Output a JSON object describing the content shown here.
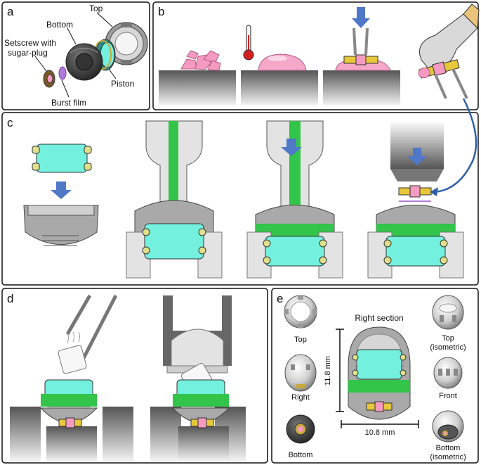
{
  "panels": {
    "a": {
      "letter": "a",
      "labels": {
        "top": "Top",
        "bottom": "Bottom",
        "setscrew_line1": "Setscrew with",
        "setscrew_line2": "sugar-plug",
        "piston": "Piston",
        "burst_film": "Burst film"
      }
    },
    "b": {
      "letter": "b"
    },
    "c": {
      "letter": "c"
    },
    "d": {
      "letter": "d"
    },
    "e": {
      "letter": "e",
      "labels": {
        "top": "Top",
        "right": "Right",
        "bottom": "Bottom",
        "right_section": "Right section",
        "height": "11.8 mm",
        "width": "10.8 mm",
        "top_iso_line1": "Top",
        "top_iso_line2": "(isometric)",
        "front": "Front",
        "bottom_iso_line1": "Bottom",
        "bottom_iso_line2": "(isometric)"
      }
    }
  },
  "colors": {
    "cyan": "#74f0de",
    "green": "#33c44a",
    "pink": "#f59ac0",
    "yellow": "#e8c83a",
    "knob": "#dfe08a",
    "grey": "#a9a9a9",
    "light_grey": "#e3e3e3",
    "arrow_blue": "#4f78c9",
    "curve_blue": "#2f5ea8",
    "purple": "#b07ad8"
  }
}
